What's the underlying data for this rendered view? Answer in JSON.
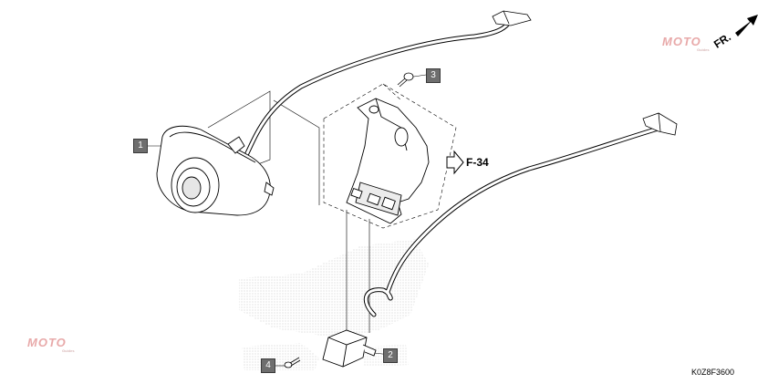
{
  "diagram": {
    "callouts": [
      {
        "id": "1"
      },
      {
        "id": "2"
      },
      {
        "id": "3"
      },
      {
        "id": "4"
      }
    ],
    "reference_label": "F-34",
    "direction_label": "FR.",
    "drawing_code": "K0Z8F3600",
    "watermark": "MOTO",
    "watermark_sub": "Guides"
  },
  "colors": {
    "callout_fill": "#6e6e6e",
    "line": "#000000",
    "watermark": "#e8a9a9"
  }
}
